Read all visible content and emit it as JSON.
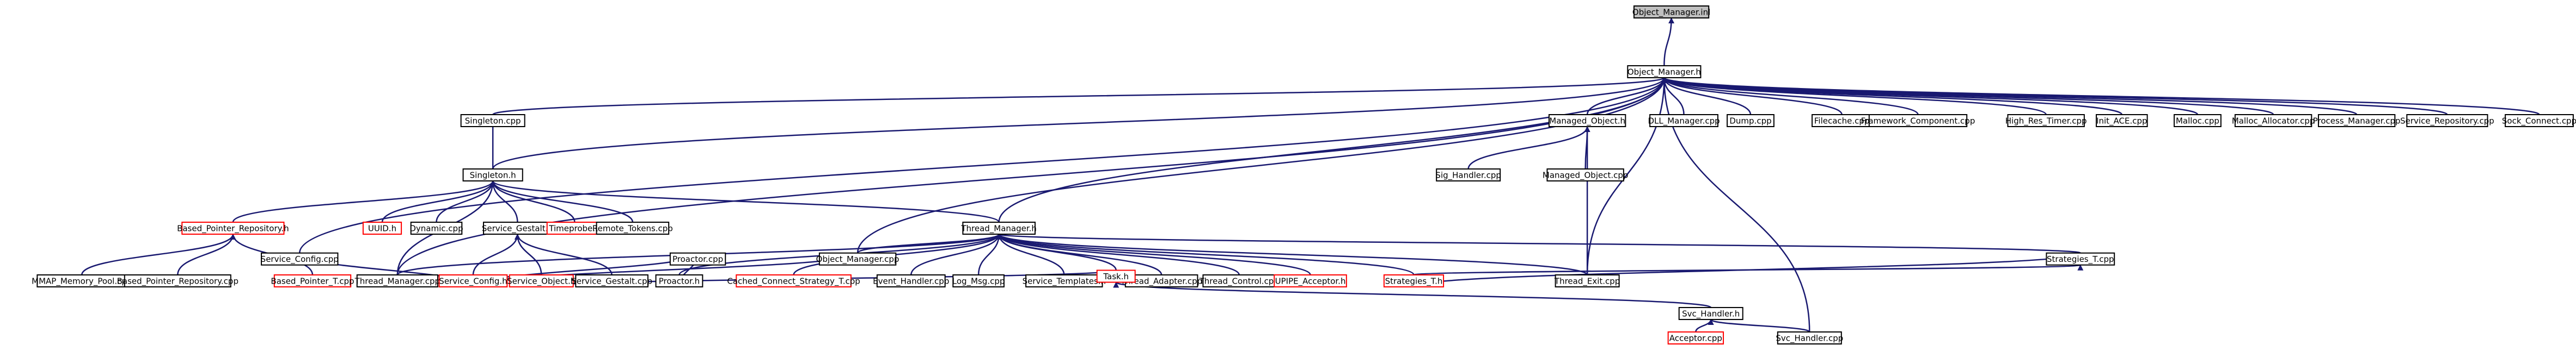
{
  "colors": {
    "edge": "#191970",
    "node_border": "#000000",
    "node_border_missing": "#ff0000",
    "root_fill": "#bfbfbf",
    "node_fill": "#ffffff"
  },
  "nodes": [
    {
      "id": "object_manager_inl",
      "label": "Object_Manager.inl",
      "root": true
    },
    {
      "id": "object_manager_h",
      "label": "Object_Manager.h"
    },
    {
      "id": "singleton_cpp",
      "label": "Singleton.cpp"
    },
    {
      "id": "managed_object_h",
      "label": "Managed_Object.h"
    },
    {
      "id": "dll_manager_cpp",
      "label": "DLL_Manager.cpp"
    },
    {
      "id": "dump_cpp",
      "label": "Dump.cpp"
    },
    {
      "id": "filecache_cpp",
      "label": "Filecache.cpp"
    },
    {
      "id": "framework_component_cpp",
      "label": "Framework_Component.cpp"
    },
    {
      "id": "high_res_timer_cpp",
      "label": "High_Res_Timer.cpp"
    },
    {
      "id": "init_ace_cpp",
      "label": "Init_ACE.cpp"
    },
    {
      "id": "malloc_cpp",
      "label": "Malloc.cpp"
    },
    {
      "id": "malloc_allocator_cpp",
      "label": "Malloc_Allocator.cpp"
    },
    {
      "id": "process_manager_cpp",
      "label": "Process_Manager.cpp"
    },
    {
      "id": "service_repository_cpp",
      "label": "Service_Repository.cpp"
    },
    {
      "id": "sock_connect_cpp",
      "label": "Sock_Connect.cpp"
    },
    {
      "id": "singleton_h",
      "label": "Singleton.h"
    },
    {
      "id": "sig_handler_cpp",
      "label": "Sig_Handler.cpp"
    },
    {
      "id": "managed_object_cpp",
      "label": "Managed_Object.cpp"
    },
    {
      "id": "based_pointer_repository_h",
      "label": "Based_Pointer_Repository.h",
      "missing": true
    },
    {
      "id": "uuid_h",
      "label": "UUID.h",
      "missing": true
    },
    {
      "id": "dynamic_cpp",
      "label": "Dynamic.cpp"
    },
    {
      "id": "service_gestalt_h",
      "label": "Service_Gestalt.h"
    },
    {
      "id": "timeprobe_h",
      "label": "Timeprobe.h",
      "missing": true
    },
    {
      "id": "remote_tokens_cpp",
      "label": "Remote_Tokens.cpp"
    },
    {
      "id": "thread_manager_h",
      "label": "Thread_Manager.h"
    },
    {
      "id": "mmap_memory_pool_cpp",
      "label": "MMAP_Memory_Pool.cpp"
    },
    {
      "id": "based_pointer_repository_cpp",
      "label": "Based_Pointer_Repository.cpp"
    },
    {
      "id": "based_pointer_t_cpp",
      "label": "Based_Pointer_T.cpp",
      "missing": true
    },
    {
      "id": "thread_manager_cpp",
      "label": "Thread_Manager.cpp"
    },
    {
      "id": "service_config_h",
      "label": "Service_Config.h",
      "missing": true
    },
    {
      "id": "service_object_h",
      "label": "Service_Object.h",
      "missing": true
    },
    {
      "id": "service_gestalt_cpp",
      "label": "Service_Gestalt.cpp"
    },
    {
      "id": "proactor_h",
      "label": "Proactor.h"
    },
    {
      "id": "cached_connect_strategy_t_cpp",
      "label": "Cached_Connect_Strategy_T.cpp",
      "missing": true
    },
    {
      "id": "event_handler_cpp",
      "label": "Event_Handler.cpp"
    },
    {
      "id": "log_msg_cpp",
      "label": "Log_Msg.cpp"
    },
    {
      "id": "service_templates_h",
      "label": "Service_Templates.h"
    },
    {
      "id": "thread_adapter_cpp",
      "label": "Thread_Adapter.cpp"
    },
    {
      "id": "thread_control_cpp",
      "label": "Thread_Control.cpp"
    },
    {
      "id": "uipipe_acceptor_h",
      "label": "UPIPE_Acceptor.h",
      "missing": true
    },
    {
      "id": "strategies_t_h",
      "label": "Strategies_T.h",
      "missing": true
    },
    {
      "id": "thread_exit_cpp",
      "label": "Thread_Exit.cpp"
    },
    {
      "id": "service_config_cpp",
      "label": "Service_Config.cpp"
    },
    {
      "id": "proactor_cpp",
      "label": "Proactor.cpp"
    },
    {
      "id": "object_manager_cpp",
      "label": "Object_Manager.cpp"
    },
    {
      "id": "task_h",
      "label": "Task.h",
      "missing": true
    },
    {
      "id": "strategies_t_cpp",
      "label": "Strategies_T.cpp"
    },
    {
      "id": "svc_handler_h",
      "label": "Svc_Handler.h"
    },
    {
      "id": "acceptor_cpp",
      "label": "Acceptor.cpp",
      "missing": true
    },
    {
      "id": "svc_handler_cpp",
      "label": "Svc_Handler.cpp"
    }
  ],
  "edges": [
    [
      "object_manager_h",
      "object_manager_inl"
    ],
    [
      "singleton_cpp",
      "object_manager_h"
    ],
    [
      "managed_object_h",
      "object_manager_h"
    ],
    [
      "dll_manager_cpp",
      "object_manager_h"
    ],
    [
      "dump_cpp",
      "object_manager_h"
    ],
    [
      "filecache_cpp",
      "object_manager_h"
    ],
    [
      "framework_component_cpp",
      "object_manager_h"
    ],
    [
      "high_res_timer_cpp",
      "object_manager_h"
    ],
    [
      "init_ace_cpp",
      "object_manager_h"
    ],
    [
      "malloc_cpp",
      "object_manager_h"
    ],
    [
      "malloc_allocator_cpp",
      "object_manager_h"
    ],
    [
      "process_manager_cpp",
      "object_manager_h"
    ],
    [
      "service_repository_cpp",
      "object_manager_h"
    ],
    [
      "sock_connect_cpp",
      "object_manager_h"
    ],
    [
      "singleton_h",
      "object_manager_h"
    ],
    [
      "thread_manager_cpp",
      "object_manager_h"
    ],
    [
      "service_config_cpp",
      "object_manager_h"
    ],
    [
      "object_manager_cpp",
      "object_manager_h"
    ],
    [
      "thread_exit_cpp",
      "object_manager_h"
    ],
    [
      "svc_handler_cpp",
      "object_manager_h"
    ],
    [
      "thread_manager_h",
      "object_manager_h"
    ],
    [
      "sig_handler_cpp",
      "managed_object_h"
    ],
    [
      "managed_object_cpp",
      "managed_object_h"
    ],
    [
      "thread_exit_cpp",
      "managed_object_h"
    ],
    [
      "singleton_cpp",
      "singleton_h"
    ],
    [
      "based_pointer_repository_h",
      "singleton_h"
    ],
    [
      "uuid_h",
      "singleton_h"
    ],
    [
      "dynamic_cpp",
      "singleton_h"
    ],
    [
      "service_gestalt_h",
      "singleton_h"
    ],
    [
      "timeprobe_h",
      "singleton_h"
    ],
    [
      "remote_tokens_cpp",
      "singleton_h"
    ],
    [
      "thread_manager_h",
      "singleton_h"
    ],
    [
      "thread_manager_cpp",
      "singleton_h"
    ],
    [
      "mmap_memory_pool_cpp",
      "based_pointer_repository_h"
    ],
    [
      "based_pointer_repository_cpp",
      "based_pointer_repository_h"
    ],
    [
      "based_pointer_t_cpp",
      "based_pointer_repository_h"
    ],
    [
      "service_config_h",
      "service_gestalt_h"
    ],
    [
      "service_object_h",
      "service_gestalt_h"
    ],
    [
      "service_gestalt_cpp",
      "service_gestalt_h"
    ],
    [
      "thread_manager_cpp",
      "thread_manager_h"
    ],
    [
      "proactor_h",
      "thread_manager_h"
    ],
    [
      "cached_connect_strategy_t_cpp",
      "thread_manager_h"
    ],
    [
      "event_handler_cpp",
      "thread_manager_h"
    ],
    [
      "log_msg_cpp",
      "thread_manager_h"
    ],
    [
      "service_templates_h",
      "thread_manager_h"
    ],
    [
      "thread_adapter_cpp",
      "thread_manager_h"
    ],
    [
      "thread_control_cpp",
      "thread_manager_h"
    ],
    [
      "uipipe_acceptor_h",
      "thread_manager_h"
    ],
    [
      "strategies_t_h",
      "thread_manager_h"
    ],
    [
      "thread_exit_cpp",
      "thread_manager_h"
    ],
    [
      "task_h",
      "thread_manager_h"
    ],
    [
      "strategies_t_cpp",
      "thread_manager_h"
    ],
    [
      "object_manager_cpp",
      "thread_manager_h"
    ],
    [
      "service_config_cpp",
      "service_config_h"
    ],
    [
      "proactor_cpp",
      "service_config_h"
    ],
    [
      "object_manager_cpp",
      "service_config_h"
    ],
    [
      "proactor_cpp",
      "proactor_h"
    ],
    [
      "task_h",
      "service_object_h"
    ],
    [
      "strategies_t_cpp",
      "strategies_t_h"
    ],
    [
      "strategies_t_h",
      "strategies_t_cpp"
    ],
    [
      "svc_handler_h",
      "task_h"
    ],
    [
      "acceptor_cpp",
      "svc_handler_h"
    ],
    [
      "svc_handler_cpp",
      "svc_handler_h"
    ]
  ]
}
